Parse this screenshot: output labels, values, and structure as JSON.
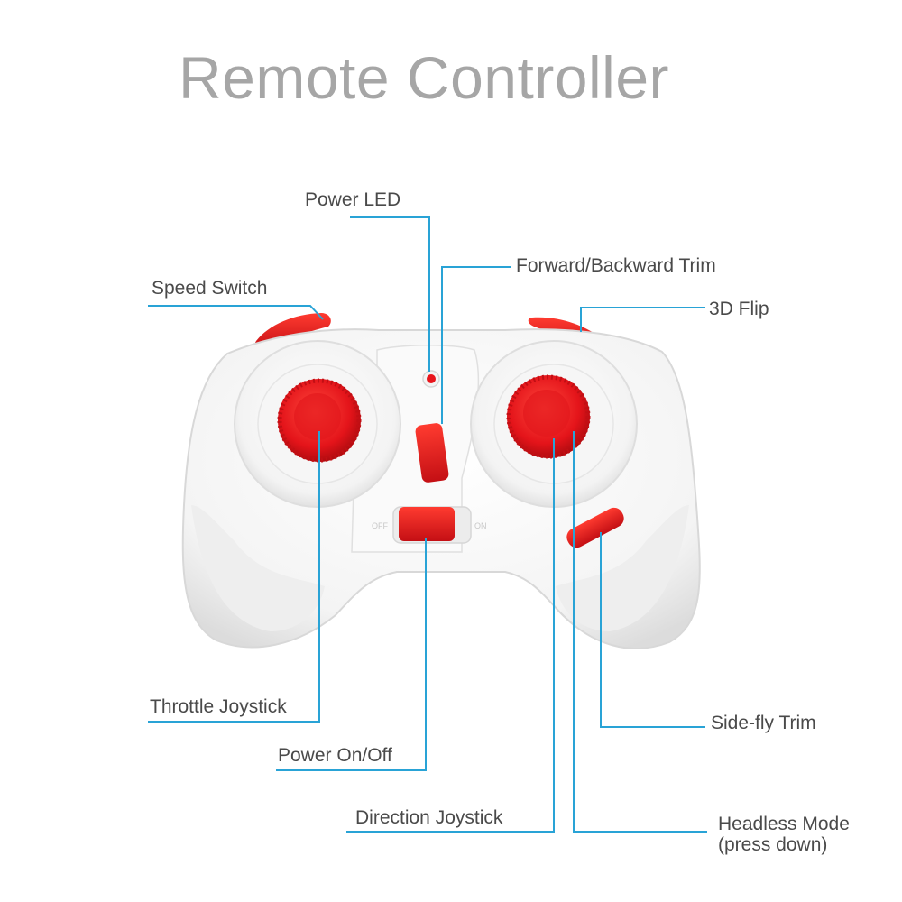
{
  "title": "Remote Controller",
  "colors": {
    "accent_red": "#e8151b",
    "callout_blue": "#29a3d6",
    "body_white": "#f7f7f7",
    "title_gray": "#a6a6a6"
  },
  "labels": {
    "power_led": "Power LED",
    "forward_backward_trim": "Forward/Backward Trim",
    "speed_switch": "Speed Switch",
    "flip_3d": "3D Flip",
    "throttle_joystick": "Throttle Joystick",
    "power_on_off": "Power On/Off",
    "direction_joystick": "Direction Joystick",
    "side_fly_trim": "Side-fly Trim",
    "headless_mode": "Headless Mode",
    "headless_mode_note": "(press down)"
  },
  "switch_marks": {
    "off": "OFF",
    "on": "ON"
  }
}
